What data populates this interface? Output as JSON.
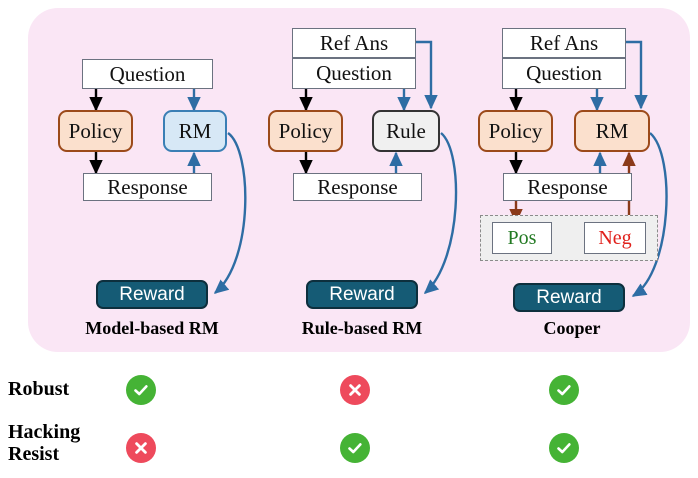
{
  "figure": {
    "panel_bg": "#fae6f5",
    "columns": [
      {
        "id": "model-based-rm",
        "caption": "Model-based RM",
        "nodes": {
          "question": "Question",
          "policy": "Policy",
          "rm": "RM",
          "response": "Response",
          "reward": "Reward"
        }
      },
      {
        "id": "rule-based-rm",
        "caption": "Rule-based RM",
        "nodes": {
          "ref_ans": "Ref Ans",
          "question": "Question",
          "policy": "Policy",
          "rule": "Rule",
          "response": "Response",
          "reward": "Reward"
        }
      },
      {
        "id": "cooper",
        "caption": "Cooper",
        "nodes": {
          "ref_ans": "Ref Ans",
          "question": "Question",
          "policy": "Policy",
          "rm": "RM",
          "response": "Response",
          "pos": "Pos",
          "neg": "Neg",
          "reward": "Reward"
        }
      }
    ],
    "comparison": {
      "rows": [
        {
          "label": "Robust",
          "label_lines": [
            "Robust"
          ],
          "values": [
            "check",
            "cross",
            "check"
          ]
        },
        {
          "label": "Hacking Resist",
          "label_lines": [
            "Hacking",
            "Resist"
          ],
          "values": [
            "cross",
            "check",
            "check"
          ]
        }
      ],
      "icon_colors": {
        "check": "#45b335",
        "cross": "#ee4a5c"
      }
    },
    "colors": {
      "policy_fill": "#fbe0cd",
      "policy_stroke": "#9c4a1a",
      "rm_blue_fill": "#d7e8f6",
      "rm_blue_stroke": "#3a7fb5",
      "rule_fill": "#f0f0f0",
      "rule_stroke": "#333333",
      "reward_fill": "#155b75",
      "arrow_blue": "#2e6da4",
      "arrow_brown": "#8b3a1a",
      "arrow_black": "#000000",
      "pos_text": "#237a23",
      "neg_text": "#e0201b"
    }
  }
}
